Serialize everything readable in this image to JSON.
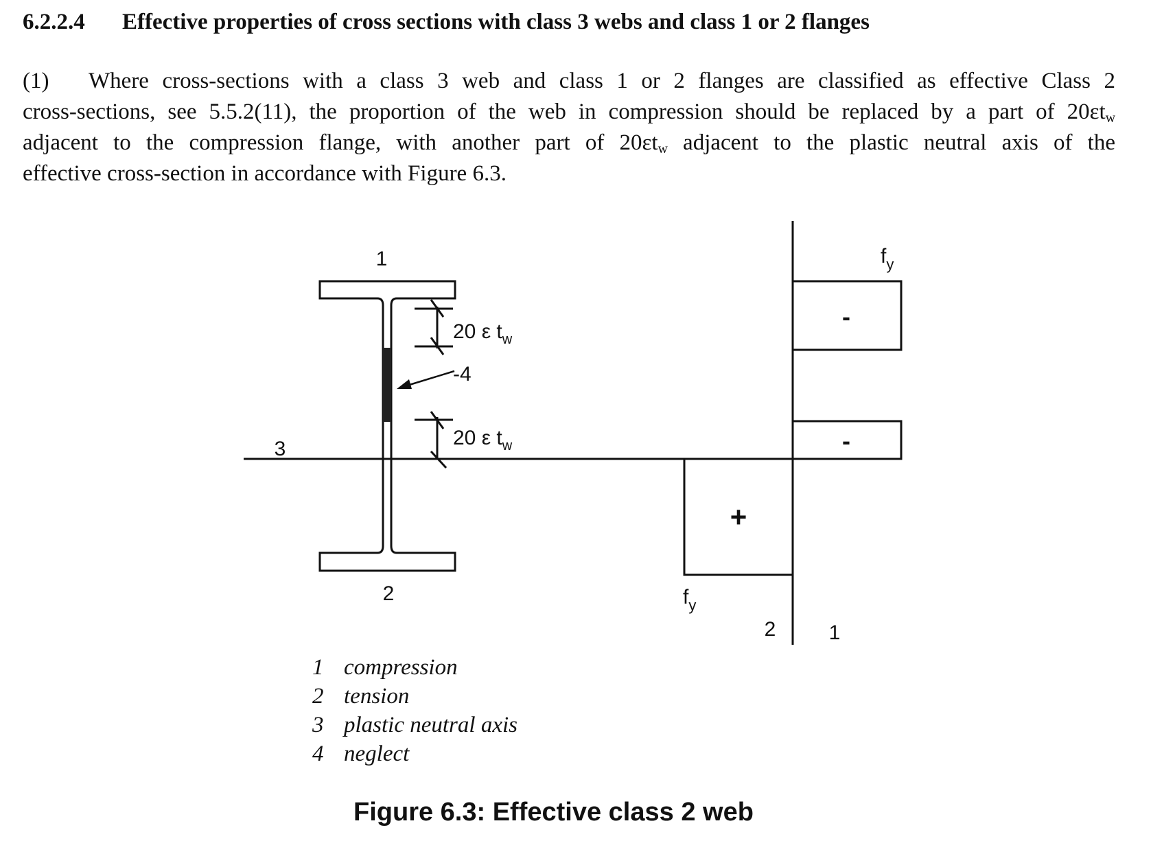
{
  "section": {
    "number": "6.2.2.4",
    "title": "Effective properties of cross sections with class 3 webs and class 1 or 2 flanges"
  },
  "paragraph": {
    "number": "(1)",
    "line1": "Where cross-sections with a class 3 web and class 1 or 2 flanges are classified as effective Class 2",
    "line2_a": "cross-sections, see 5.5.2(11), the proportion of the web in compression should be replaced by a part of 20εt",
    "line2_sub": "w",
    "line3_a": "adjacent to the compression flange, with another part of 20εt",
    "line3_sub": "w",
    "line3_b": " adjacent to the plastic neutral axis of the",
    "line4": "effective cross-section in accordance with Figure 6.3."
  },
  "figure": {
    "section_labels": {
      "top": "1",
      "bottom": "2",
      "axis": "3",
      "neglect": "-4"
    },
    "dimension_label": "20 ε t",
    "dimension_sub": "w",
    "stress": {
      "fy_symbol": "f",
      "fy_sub": "y",
      "minus": "-",
      "plus": "+",
      "label_tension": "2",
      "label_compression": "1"
    },
    "legend": [
      {
        "key": "1",
        "text": "compression"
      },
      {
        "key": "2",
        "text": "tension"
      },
      {
        "key": "3",
        "text": "plastic neutral axis"
      },
      {
        "key": "4",
        "text": "neglect"
      }
    ],
    "caption": "Figure 6.3: Effective class 2 web"
  }
}
